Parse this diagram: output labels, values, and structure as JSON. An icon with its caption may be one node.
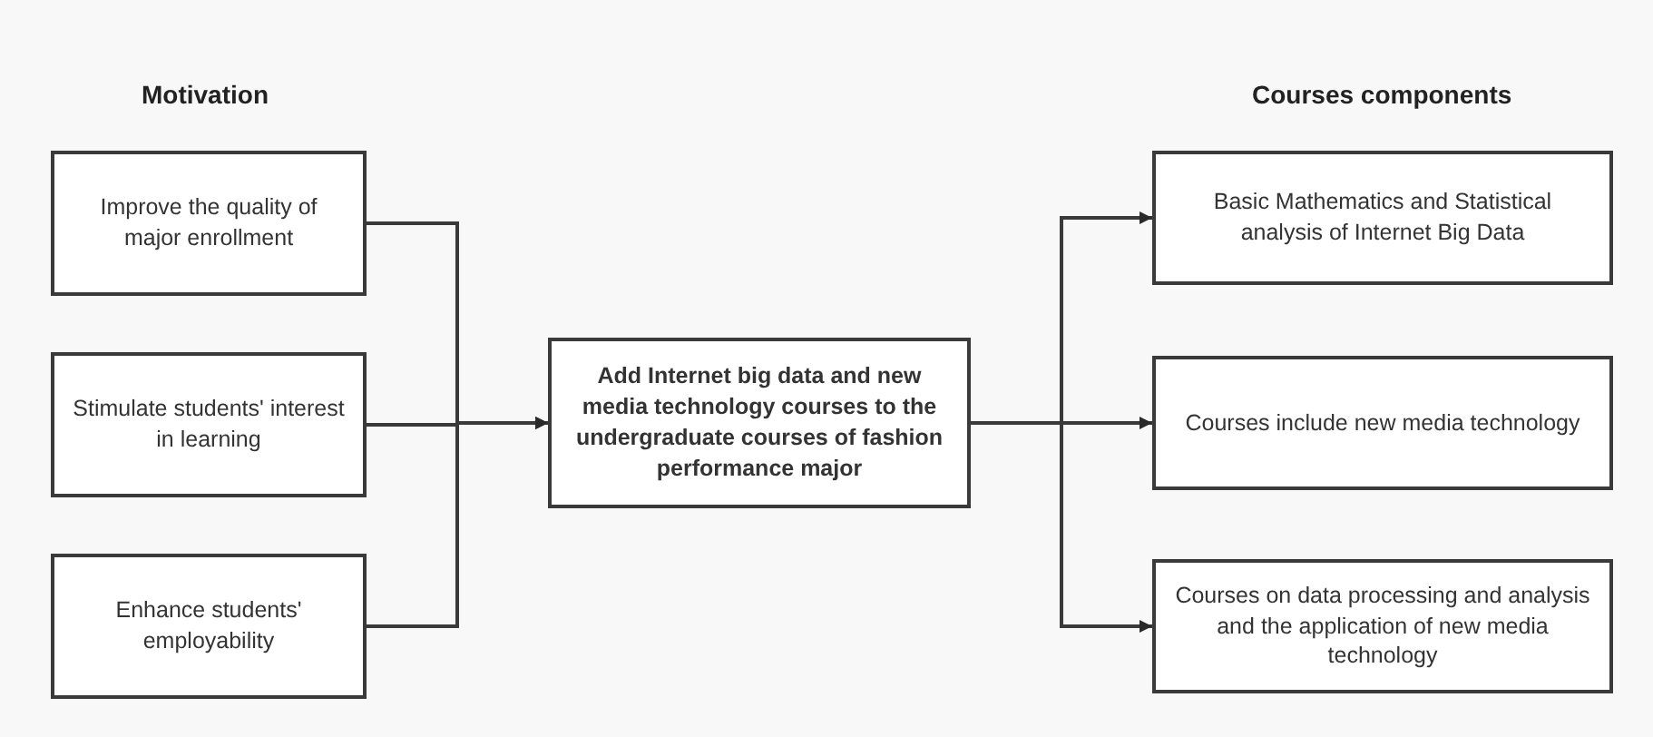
{
  "diagram": {
    "nodes": [
      {
        "text": [
          "Improve the quality of major enrollment"
        ]
      },
      {
        "text": [
          "Stimulate students' interest in learning"
        ]
      },
      {
        "text": [
          "Enhance students' employability"
        ]
      },
      {
        "text": [
          "Add Internet big data and new media technology courses to the undergraduate courses of fashion performance major"
        ]
      },
      {
        "text": [
          "Basic Mathematics and Statistical analysis of Internet Big Data"
        ]
      },
      {
        "text": [
          "Courses include new media technology"
        ]
      },
      {
        "text": [
          "Courses on data processing and analysis and the application of new media technology"
        ]
      }
    ],
    "edges": [
      {
        "from": 0,
        "to": 3,
        "arrow": "to"
      },
      {
        "from": 1,
        "to": 3,
        "arrow": "to"
      },
      {
        "from": 2,
        "to": 3,
        "arrow": "to"
      },
      {
        "from": 3,
        "to": 4,
        "arrow": "to"
      },
      {
        "from": 3,
        "to": 5,
        "arrow": "to"
      },
      {
        "from": 3,
        "to": 6,
        "arrow": "to"
      }
    ],
    "labels": [
      "Motivation",
      "Courses components"
    ]
  }
}
